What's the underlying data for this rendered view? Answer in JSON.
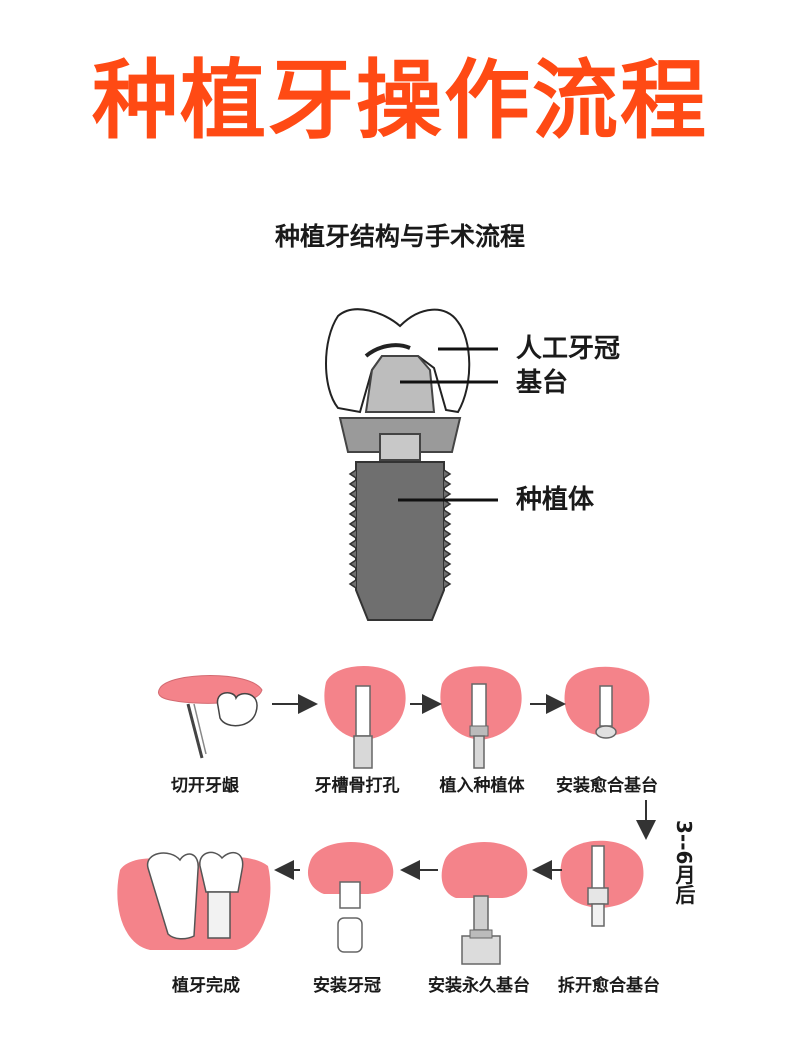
{
  "title": "种植牙操作流程",
  "subtitle": "种植牙结构与手术流程",
  "structure_labels": {
    "crown": "人工牙冠",
    "abutment": "基台",
    "implant": "种植体"
  },
  "steps": [
    "切开牙龈",
    "牙槽骨打孔",
    "植入种植体",
    "安装愈合基台",
    "拆开愈合基台",
    "安装永久基台",
    "安装牙冠",
    "植牙完成"
  ],
  "healing_period": "3--6月后",
  "colors": {
    "title": "#ff4a14",
    "gum": "#f4838a",
    "implant": "#6e6e6e",
    "abutment": "#b9b9b9"
  }
}
